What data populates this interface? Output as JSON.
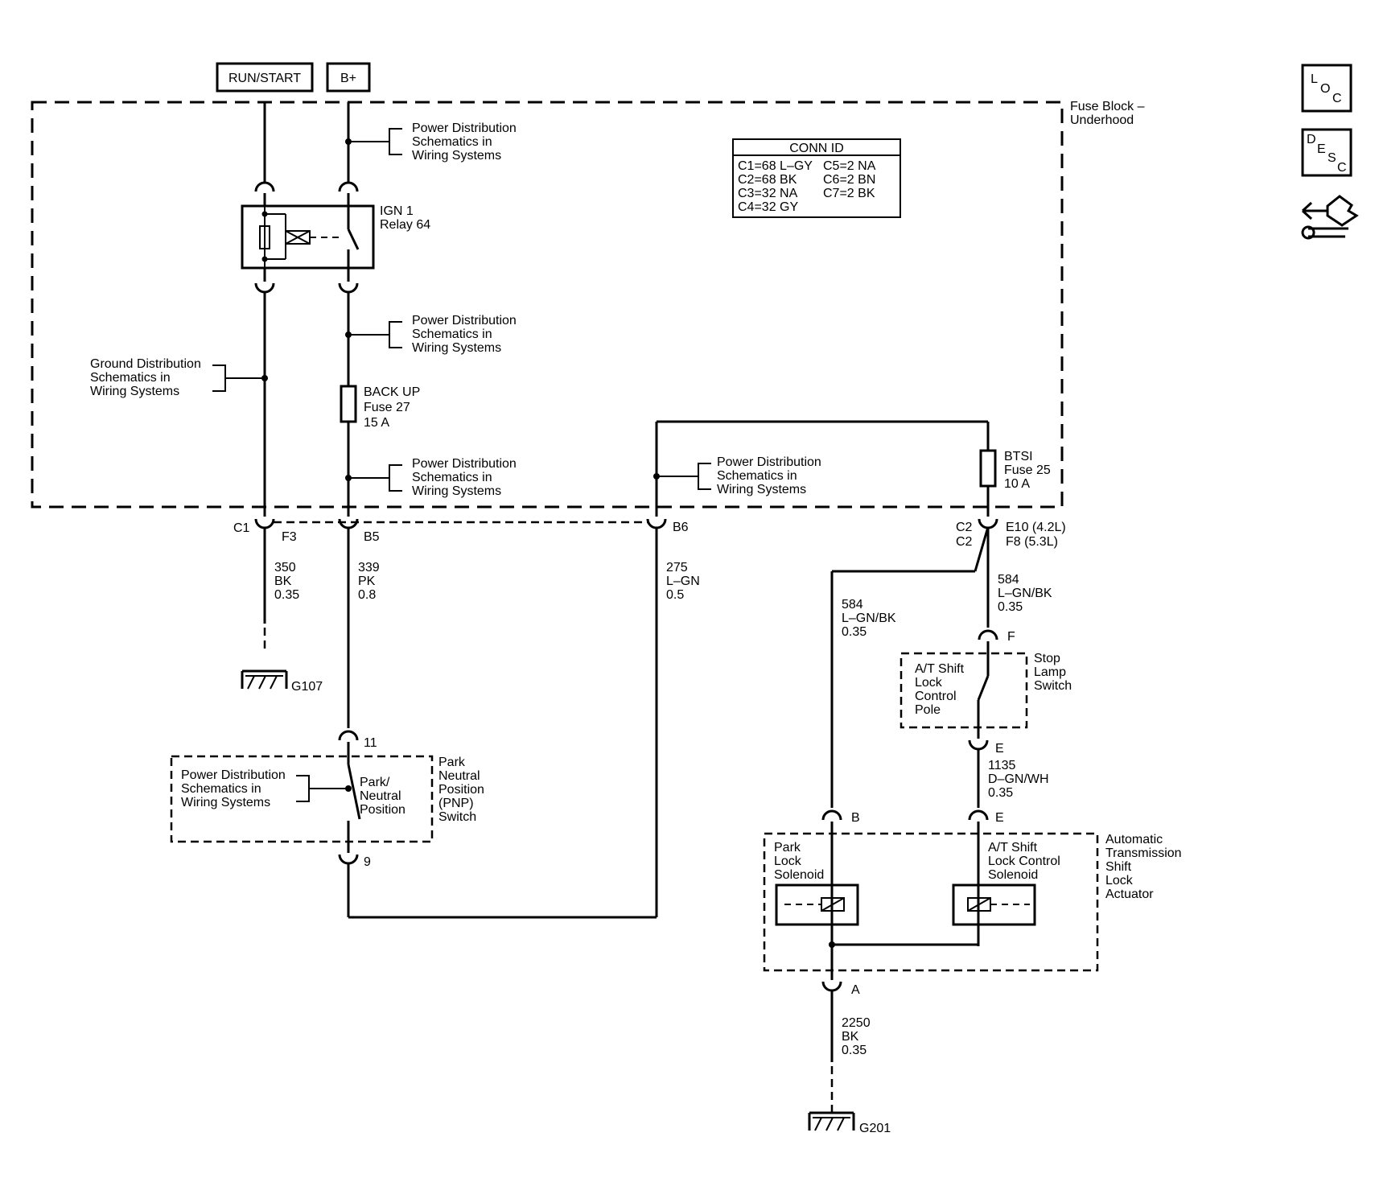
{
  "power_sources": {
    "run_start": "RUN/START",
    "b_plus": "B+"
  },
  "fuse_block": {
    "label": [
      "Fuse Block –",
      "Underhood"
    ]
  },
  "conn_id": {
    "title": "CONN ID",
    "rows": [
      [
        "C1=68 L–GY",
        "C5=2 NA"
      ],
      [
        "C2=68 BK",
        "C6=2 BN"
      ],
      [
        "C3=32 NA",
        "C7=2 BK"
      ],
      [
        "C4=32 GY",
        ""
      ]
    ]
  },
  "refs": {
    "power_dist": [
      "Power Distribution",
      "Schematics in",
      "Wiring Systems"
    ],
    "ground_dist": [
      "Ground Distribution",
      "Schematics in",
      "Wiring Systems"
    ]
  },
  "relay": {
    "label": [
      "IGN 1",
      "Relay 64"
    ]
  },
  "fuse27": {
    "label": [
      "BACK UP",
      "Fuse 27",
      "15 A"
    ]
  },
  "fuse25": {
    "label": [
      "BTSI",
      "Fuse 25",
      "10 A"
    ]
  },
  "connectors": {
    "c1": "C1",
    "f3": "F3",
    "b5": "B5",
    "b6": "B6",
    "c2a": "C2",
    "c2b": "C2",
    "e10": "E10 (4.2L)",
    "f8": "F8 (5.3L)",
    "pin11": "11",
    "pin9": "9",
    "pin_f": "F",
    "pin_e1": "E",
    "pin_e2": "E",
    "pin_b": "B",
    "pin_a": "A"
  },
  "wires": {
    "w350": [
      "350",
      "BK",
      "0.35"
    ],
    "w339": [
      "339",
      "PK",
      "0.8"
    ],
    "w275": [
      "275",
      "L–GN",
      "0.5"
    ],
    "w584a": [
      "584",
      "L–GN/BK",
      "0.35"
    ],
    "w584b": [
      "584",
      "L–GN/BK",
      "0.35"
    ],
    "w1135": [
      "1135",
      "D–GN/WH",
      "0.35"
    ],
    "w2250": [
      "2250",
      "BK",
      "0.35"
    ]
  },
  "grounds": {
    "g107": "G107",
    "g201": "G201"
  },
  "pnp": {
    "inner": [
      "Park/",
      "Neutral",
      "Position"
    ],
    "outer": [
      "Park",
      "Neutral",
      "Position",
      "(PNP)",
      "Switch"
    ]
  },
  "stop_lamp": {
    "inner": [
      "A/T Shift",
      "Lock",
      "Control",
      "Pole"
    ],
    "outer": [
      "Stop",
      "Lamp",
      "Switch"
    ]
  },
  "actuator": {
    "outer": [
      "Automatic",
      "Transmission",
      "Shift",
      "Lock",
      "Actuator"
    ],
    "park": [
      "Park",
      "Lock",
      "Solenoid"
    ],
    "atshift": [
      "A/T Shift",
      "Lock Control",
      "Solenoid"
    ]
  },
  "side_icons": {
    "loc": [
      "L",
      "O",
      "C"
    ],
    "desc": [
      "D",
      "E",
      "S",
      "C"
    ],
    "tools": "tools-hand-icon"
  }
}
